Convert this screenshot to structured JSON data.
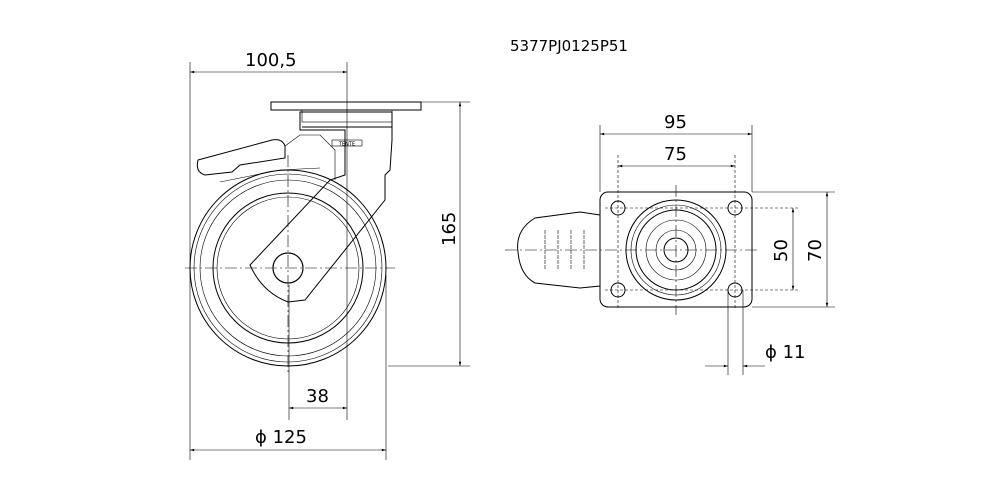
{
  "part_number": "5377PJ0125P51",
  "side_view": {
    "dim_offset": "100,5",
    "dim_height": "165",
    "dim_axle": "38",
    "dim_wheel_diameter": "ϕ 125",
    "brand_plate": "TENTE"
  },
  "top_view": {
    "dim_plate_width": "95",
    "dim_hole_spacing_x": "75",
    "dim_hole_spacing_y": "50",
    "dim_plate_length": "70",
    "dim_hole_diameter": "ϕ 11"
  }
}
